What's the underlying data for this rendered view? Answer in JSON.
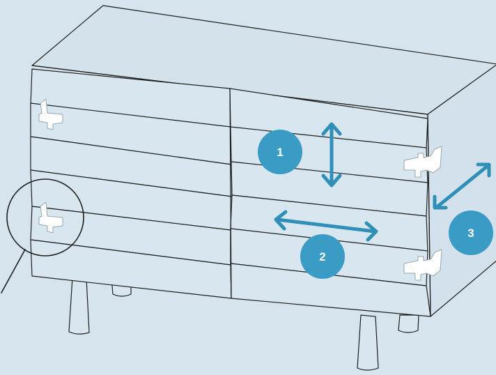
{
  "colors": {
    "background": "#d6e4ee",
    "accent": "#3a9cc4",
    "outline": "#1e1e1e",
    "bracket": "#ffffff"
  },
  "callouts": [
    {
      "label": "1",
      "direction": "vertical"
    },
    {
      "label": "2",
      "direction": "horizontal"
    },
    {
      "label": "3",
      "direction": "depth"
    }
  ],
  "icons": [
    "double-arrow-vertical-icon",
    "double-arrow-horizontal-icon",
    "double-arrow-diagonal-icon",
    "magnifier-circle-icon",
    "wall-bracket-icon"
  ]
}
